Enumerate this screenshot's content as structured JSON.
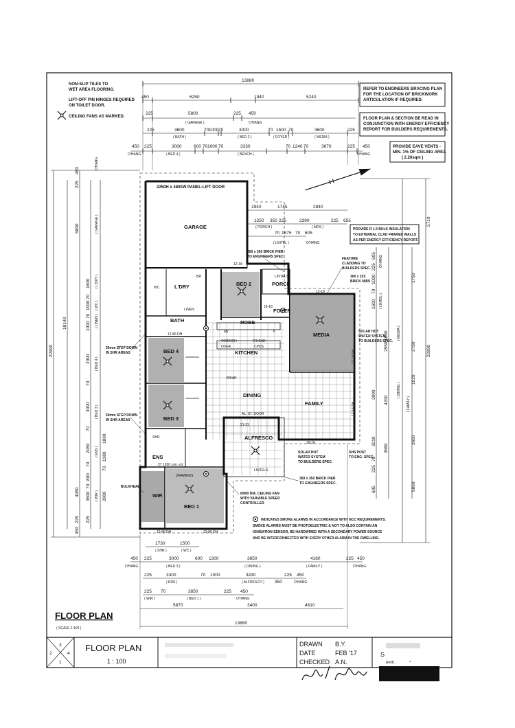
{
  "notes": {
    "top_left": [
      "NON-SLIP TILES TO",
      "WET AREA FLOORING.",
      "LIFT-OFF PIN HINGES REQUIRED",
      "ON TOILET DOOR.",
      "CEILING FANS AS MARKED."
    ],
    "bracing": [
      "REFER TO ENGINEERS BRACING PLAN",
      "FOR THE LOCATION OF BRICKWORK",
      "ARTICULATION IF REQUIRED."
    ],
    "energy": [
      "FLOOR PLAN & SECTION BE READ IN",
      "CONJUNCTION WITH ENERGY EFFICIENCY",
      "REPORT FOR BUILDERS REQUIREMENTS."
    ],
    "vents": [
      "PROVIDE EAVE VENTS -",
      "MIN. 1% OF CEILING AREA",
      "( 2.26sqm )"
    ],
    "insulation": [
      "PROVIDE R 1.5 BULK INSULATION",
      "TO EXTERNAL CLAD FRAMED WALLS",
      "AS PER ENERGY EFFICIENCY REPORT."
    ],
    "smoke": [
      "INDICATES SMOKE ALARMS IN ACCORDANCE WITH NCC REQUIREMENTS.",
      "SMOKE ALARMS MUST BE PHOTOELECTRIC & NOT TO ALSO CONTAIN AN",
      "IONISATION SENSOR, BE HARDWIRED WITH A SECONDARY POWER SOURCE",
      "AND BE INTERCONNECTED WITH EVERY OTHER ALARM IN THE DWELLING."
    ],
    "pier1": [
      "350 x 350 BRICK PIER",
      "TO ENGINEERS SPEC."
    ],
    "pier2": [
      "350 x 350 BRICK PIER",
      "TO ENGINEERS SPEC."
    ],
    "feature": [
      "FEATURE",
      "CLADDING TO",
      "BUILDERS SPEC."
    ],
    "nibs": [
      "300 x 225",
      "BRICK NIBS"
    ],
    "solar1": [
      "SOLAR HOT",
      "WATER SYSTEM",
      "TO BUILDERS SPEC."
    ],
    "solar2": [
      "SOLAR HOT",
      "WATER SYSTEM",
      "TO BUILDERS SPEC."
    ],
    "shs": [
      "SHS POST",
      "TO ENG. SPEC."
    ],
    "fan": [
      "Ø900 DIA. CEILING FAN",
      "WITH VARIABLE SPEED",
      "CONTROLLER"
    ],
    "stepdown1": [
      "50mm STEP DOWN",
      "IN SHR AREAS"
    ],
    "stepdown2": [
      "50mm STEP DOWN",
      "IN SHR AREAS"
    ],
    "bulkhead": "BULKHEAD",
    "garage_door": "2250H x 4800W PANEL-LIFT DOOR"
  },
  "rooms": {
    "garage": "GARAGE",
    "bed2": "BED 2",
    "porch": "PORCH",
    "foyer": "FOYER",
    "media": "MEDIA",
    "ldry": "L'DRY",
    "linen": "LINEN",
    "bath": "BATH",
    "robe": "ROBE",
    "kitchen": "KITCHEN",
    "bed4": "BED 4",
    "bed3": "BED 3",
    "dining": "DINING",
    "family": "FAMILY",
    "alfresco": "ALFRESCO",
    "ens": "ENS",
    "wir": "WIR",
    "bed1": "BED 1",
    "wc": "WC",
    "br": "BR",
    "bar": "B'BAR",
    "pty": "pty",
    "fr": "fr",
    "drawers": "DRAWERS",
    "shr": "SHR"
  },
  "dims_top": {
    "overall": "13880",
    "row1": [
      "450",
      "6250",
      "1940",
      "5240"
    ],
    "row2": [
      "225",
      "5800",
      "225",
      "450"
    ],
    "row2_labels": [
      "( GARAGE )",
      "O'HANG"
    ],
    "row3": [
      "225",
      "3600",
      "70",
      "1000",
      "70",
      "3000",
      "70",
      "1500",
      "70",
      "3600",
      "225"
    ],
    "row3_labels": [
      "( BATH )",
      "( BED 2 )",
      "( FOYER )",
      "( MEDIA )"
    ],
    "row4": [
      "450",
      "225",
      "3000",
      "600",
      "70",
      "1000",
      "70",
      "3330",
      "70",
      "1240",
      "70",
      "3670",
      "225",
      "450"
    ],
    "row4_labels": [
      "O'HANG",
      "( BED 4 )",
      "( BENCH )",
      "O'HANG"
    ]
  },
  "dims_porch": {
    "row1": [
      "1940",
      "1745",
      "2840"
    ],
    "row2": [
      "1250",
      "350",
      "225",
      "2390",
      "225",
      "655"
    ],
    "row2_labels": [
      "( PORCH )",
      "( MDS )"
    ],
    "row3": [
      "70",
      "1675",
      "70",
      "605"
    ],
    "row3_labels": [
      "( LINTEL )",
      "O'HANG"
    ]
  },
  "dims_bottom": {
    "row1": [
      "1730",
      "1500"
    ],
    "row1_labels": [
      "( SHR )",
      "( WC )"
    ],
    "row2": [
      "450",
      "225",
      "3000",
      "600",
      "1300",
      "3850",
      "4160",
      "225",
      "450"
    ],
    "row2_labels": [
      "O'HANG",
      "( BED 3 )",
      "( DINING )",
      "( FAMILY )",
      "O'HANG"
    ],
    "row3": [
      "225",
      "3300",
      "70",
      "1000",
      "3430",
      "350",
      "225",
      "450"
    ],
    "row3_labels": [
      "( ENS )",
      "( ALFRESCO )",
      "O'HANG"
    ],
    "row4": [
      "225",
      "70",
      "3850",
      "225",
      "450"
    ],
    "row4_labels": [
      "( WIR )",
      "( BED 1 )",
      "O'HANG"
    ],
    "row5": [
      "5870",
      "3400",
      "4610"
    ],
    "overall": "13880"
  },
  "dims_left": {
    "overall": "22990",
    "inner": "18140",
    "left_col": [
      "450",
      "225",
      "5800",
      "4950",
      "225",
      "450"
    ],
    "left_labels": [
      "O'HANG",
      "( GARAGE )",
      "( L'DRY )",
      "( WC )",
      "( LINEN )",
      "( BED 4 )",
      "( BED 3 )",
      "( ENS )",
      "( WIR )"
    ],
    "right_col": [
      "1600",
      "70",
      "1000",
      "70",
      "1000",
      "2000",
      "70",
      "3000",
      "70",
      "2450",
      "70",
      "800",
      "70",
      "3600",
      "225"
    ],
    "other": [
      "1380",
      "70",
      "1800",
      "2800"
    ]
  },
  "dims_right": {
    "overall": "22990",
    "inner": "5710",
    "col_a": [
      "605",
      "225",
      "1000",
      "70",
      "1600",
      "3000",
      "3210",
      "70",
      "225",
      "605"
    ],
    "col_b": [
      "1750",
      "2750",
      "1520",
      "3650",
      "5850"
    ],
    "col_c": [
      "4800",
      "4200",
      "2950",
      "3650"
    ],
    "col_labels": [
      "( MEDIA )",
      "( DINING )",
      "( FAMILY )",
      "( LINTEL )",
      "O'HANG"
    ]
  },
  "plan_labels": {
    "heights": [
      "12-18",
      "12-18",
      "12-86 DH",
      "12-86 DH",
      "12-86 DH",
      "21-31",
      "18-18",
      "18-18",
      "12-18 SH",
      "12-18 SH"
    ],
    "appliances": [
      "O/BENCH",
      "OVER",
      "O'HEAD",
      "CPDS",
      "AL. ST. DOOR",
      "LINTELS",
      "LINTELS",
      "27 1200 con. ed."
    ]
  },
  "title_block": {
    "drawing_title": "FLOOR PLAN",
    "scale_caption": "( SCALE 1:100 )",
    "sheet_title": "FLOOR PLAN",
    "scale": "1 : 100",
    "sheet_numbers": [
      "3",
      "2",
      "4",
      "1"
    ],
    "drawn_label": "DRAWN",
    "drawn_value": "B.Y.",
    "date_label": "DATE",
    "date_value": "FEB '17",
    "checked_label": "CHECKED",
    "checked_value": "A.N.",
    "amd_label": "Amdt.",
    "amd_value": "-",
    "sheet_prefix": "S"
  }
}
